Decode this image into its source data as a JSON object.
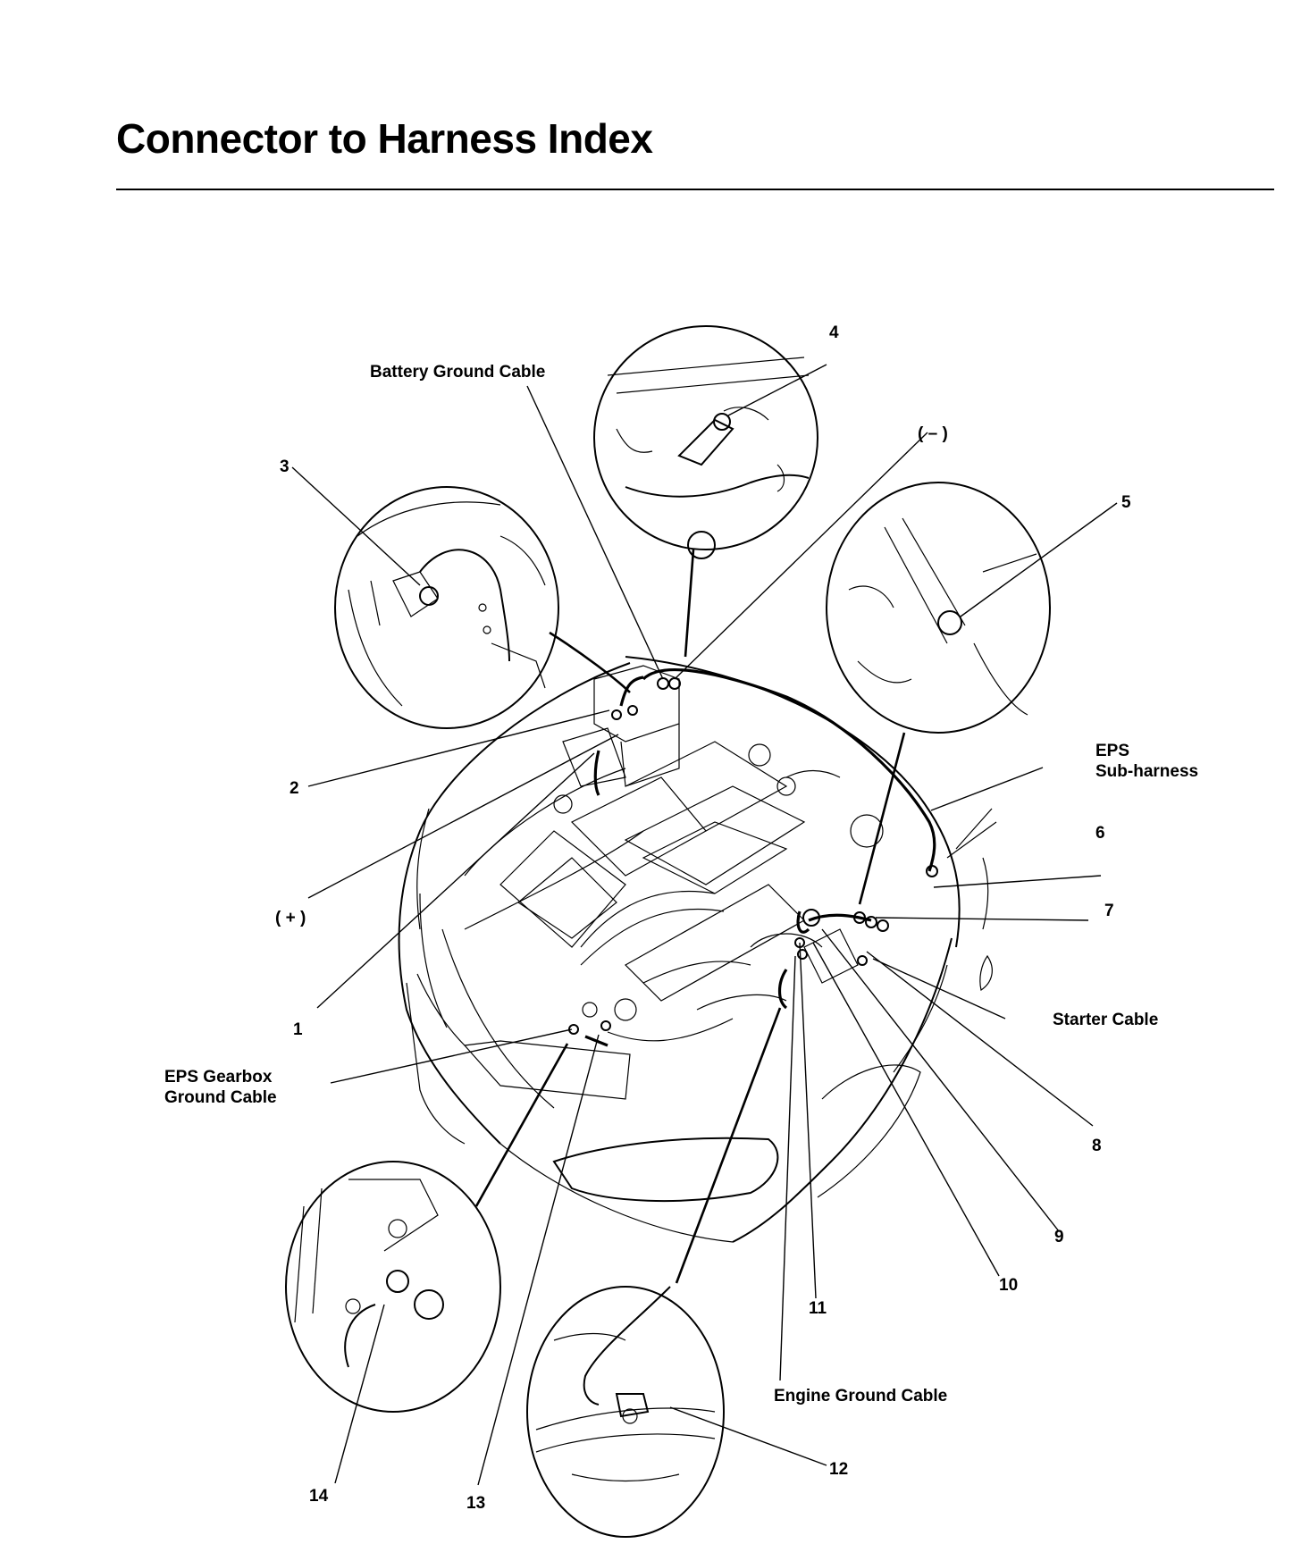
{
  "title": "Connector to Harness Index",
  "labels": {
    "battery_ground_cable": "Battery Ground Cable",
    "negative_terminal": "( – )",
    "positive_terminal": "( + )",
    "eps_sub_harness_line1": "EPS",
    "eps_sub_harness_line2": "Sub-harness",
    "starter_cable": "Starter Cable",
    "eps_gearbox_line1": "EPS Gearbox",
    "eps_gearbox_line2": "Ground Cable",
    "engine_ground_cable": "Engine Ground Cable"
  },
  "callouts": [
    "1",
    "2",
    "3",
    "4",
    "5",
    "6",
    "7",
    "8",
    "9",
    "10",
    "11",
    "12",
    "13",
    "14"
  ]
}
